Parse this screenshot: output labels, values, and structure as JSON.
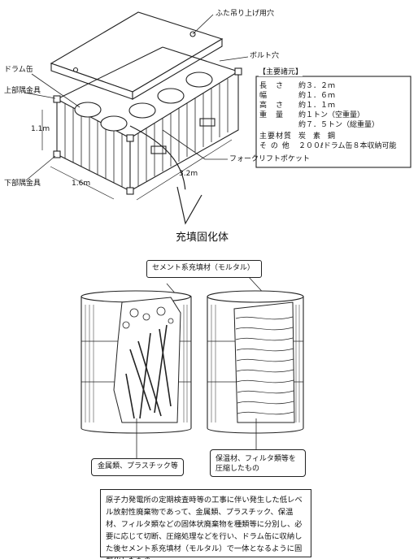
{
  "labels": {
    "lid_hole": "ふた吊り上げ用穴",
    "bolt_hole": "ボルト穴",
    "drum": "ドラム缶",
    "upper_fitting": "上部隅金具",
    "lower_fitting": "下部隅金具",
    "forklift_pocket": "フォークリフトポケット",
    "dim_length": "3.2m",
    "dim_width": "1.6m",
    "dim_height": "1.1m",
    "filled": "充填固化体",
    "cement": "セメント系充填材（モルタル）",
    "metal": "金属類、プラスチック等",
    "insulation": "保温材、フィルタ類等を圧縮したもの"
  },
  "specs": {
    "heading": "【主要諸元】",
    "rows": [
      {
        "k": "長　さ",
        "v": "約３．２ｍ"
      },
      {
        "k": "幅",
        "v": "約１．６ｍ"
      },
      {
        "k": "高　さ",
        "v": "約１．１ｍ"
      },
      {
        "k": "重　量",
        "v": "約１トン（空重量）"
      },
      {
        "k": "",
        "v": "約７．５トン（総重量）"
      },
      {
        "k": "主要材質",
        "v": "炭　素　鋼"
      },
      {
        "k": "そ の 他",
        "v": "２００ℓドラム缶８本収納可能"
      }
    ]
  },
  "description": "原子力発電所の定期検査時等の工事に伴い発生した低レベル放射性廃棄物であって、金属類、プラスチック、保温材、フィルタ類などの固体状廃棄物を種類等に分別し、必要に応じて切断、圧縮処理などを行い、ドラム缶に収納した後セメント系充填材（モルタル）で一体となるように固型化したもの。"
}
